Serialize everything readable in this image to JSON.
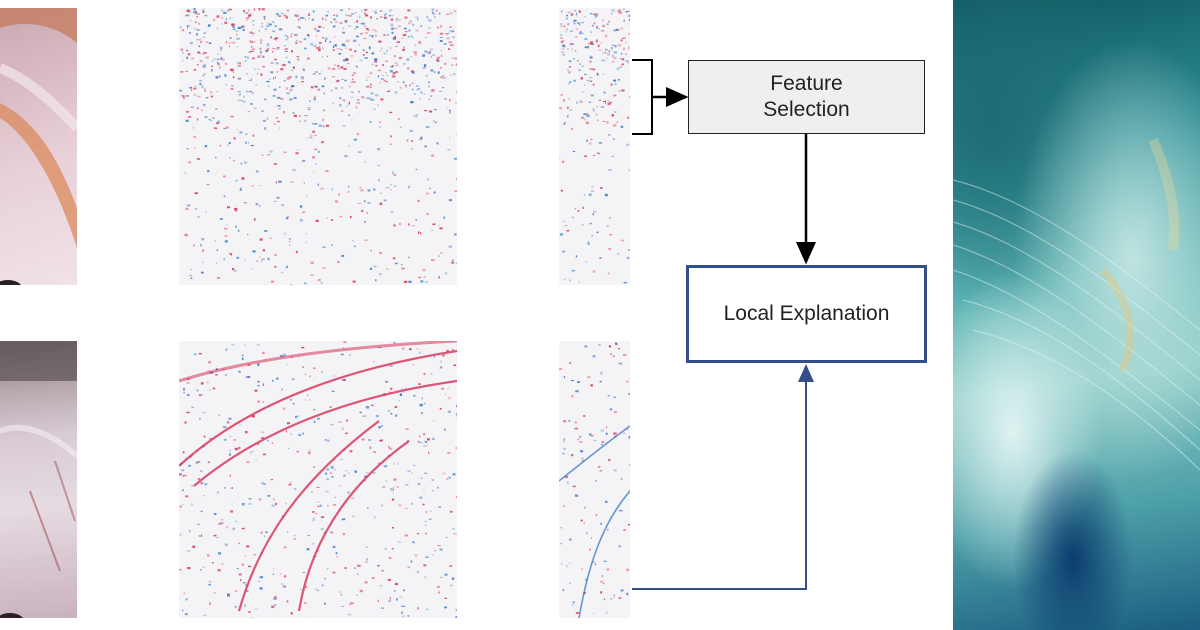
{
  "diagram": {
    "feature_selection_label": "Feature\nSelection",
    "local_explanation_label": "Local Explanation"
  },
  "colors": {
    "feature_box_fill": "#efefef",
    "feature_box_border": "#222222",
    "local_box_border": "#344f87",
    "arrow_black": "#000000",
    "arrow_blue": "#344f87",
    "saliency_positive": "#d6204a",
    "saliency_negative": "#2a6fc4"
  },
  "images": [
    {
      "name": "camera-frame-top",
      "description": "camera"
    },
    {
      "name": "saliency-map-top",
      "description": "saliency"
    },
    {
      "name": "saliency-crop-top",
      "description": "saliency"
    },
    {
      "name": "camera-frame-bottom",
      "description": "camera"
    },
    {
      "name": "saliency-map-bottom",
      "description": "saliency"
    },
    {
      "name": "saliency-crop-bottom",
      "description": "saliency"
    },
    {
      "name": "abstract-art",
      "description": "abstract"
    }
  ]
}
